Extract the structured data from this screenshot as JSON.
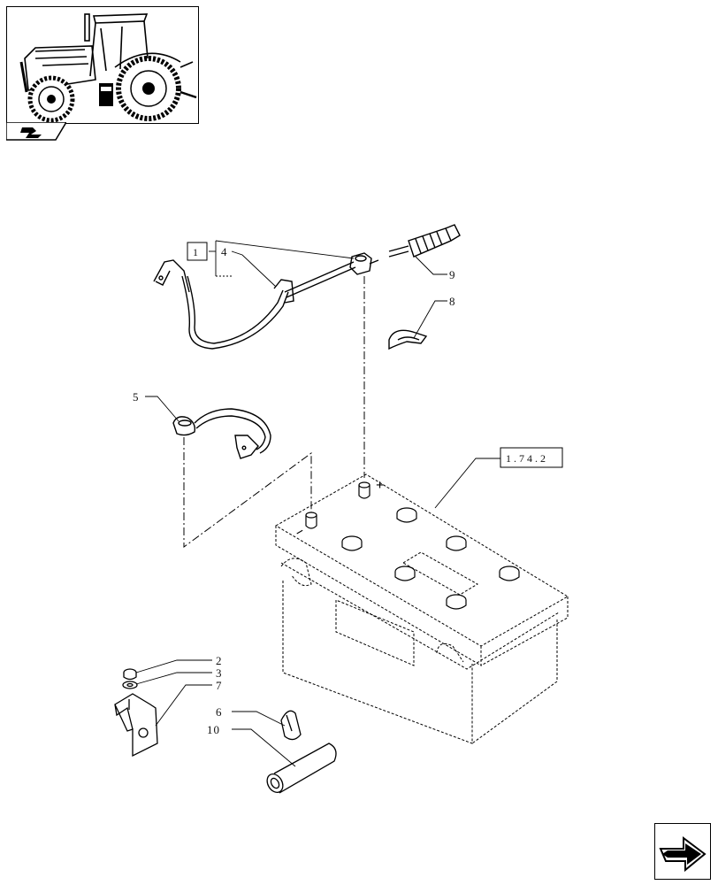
{
  "thumbnail": {
    "icon": "tractor-icon",
    "tab_icon": "section-tab-icon"
  },
  "references": {
    "ref_one": "1",
    "ref_battery": "1.74.2"
  },
  "callouts": {
    "c2": "2",
    "c3": "3",
    "c4": "4",
    "c5": "5",
    "c6": "6",
    "c7": "7",
    "c8": "8",
    "c9": "9",
    "c10": "10"
  },
  "battery": {
    "plus_symbol": "+",
    "minus_symbol": "−"
  },
  "navigation": {
    "next_icon": "next-page-arrow-icon"
  }
}
